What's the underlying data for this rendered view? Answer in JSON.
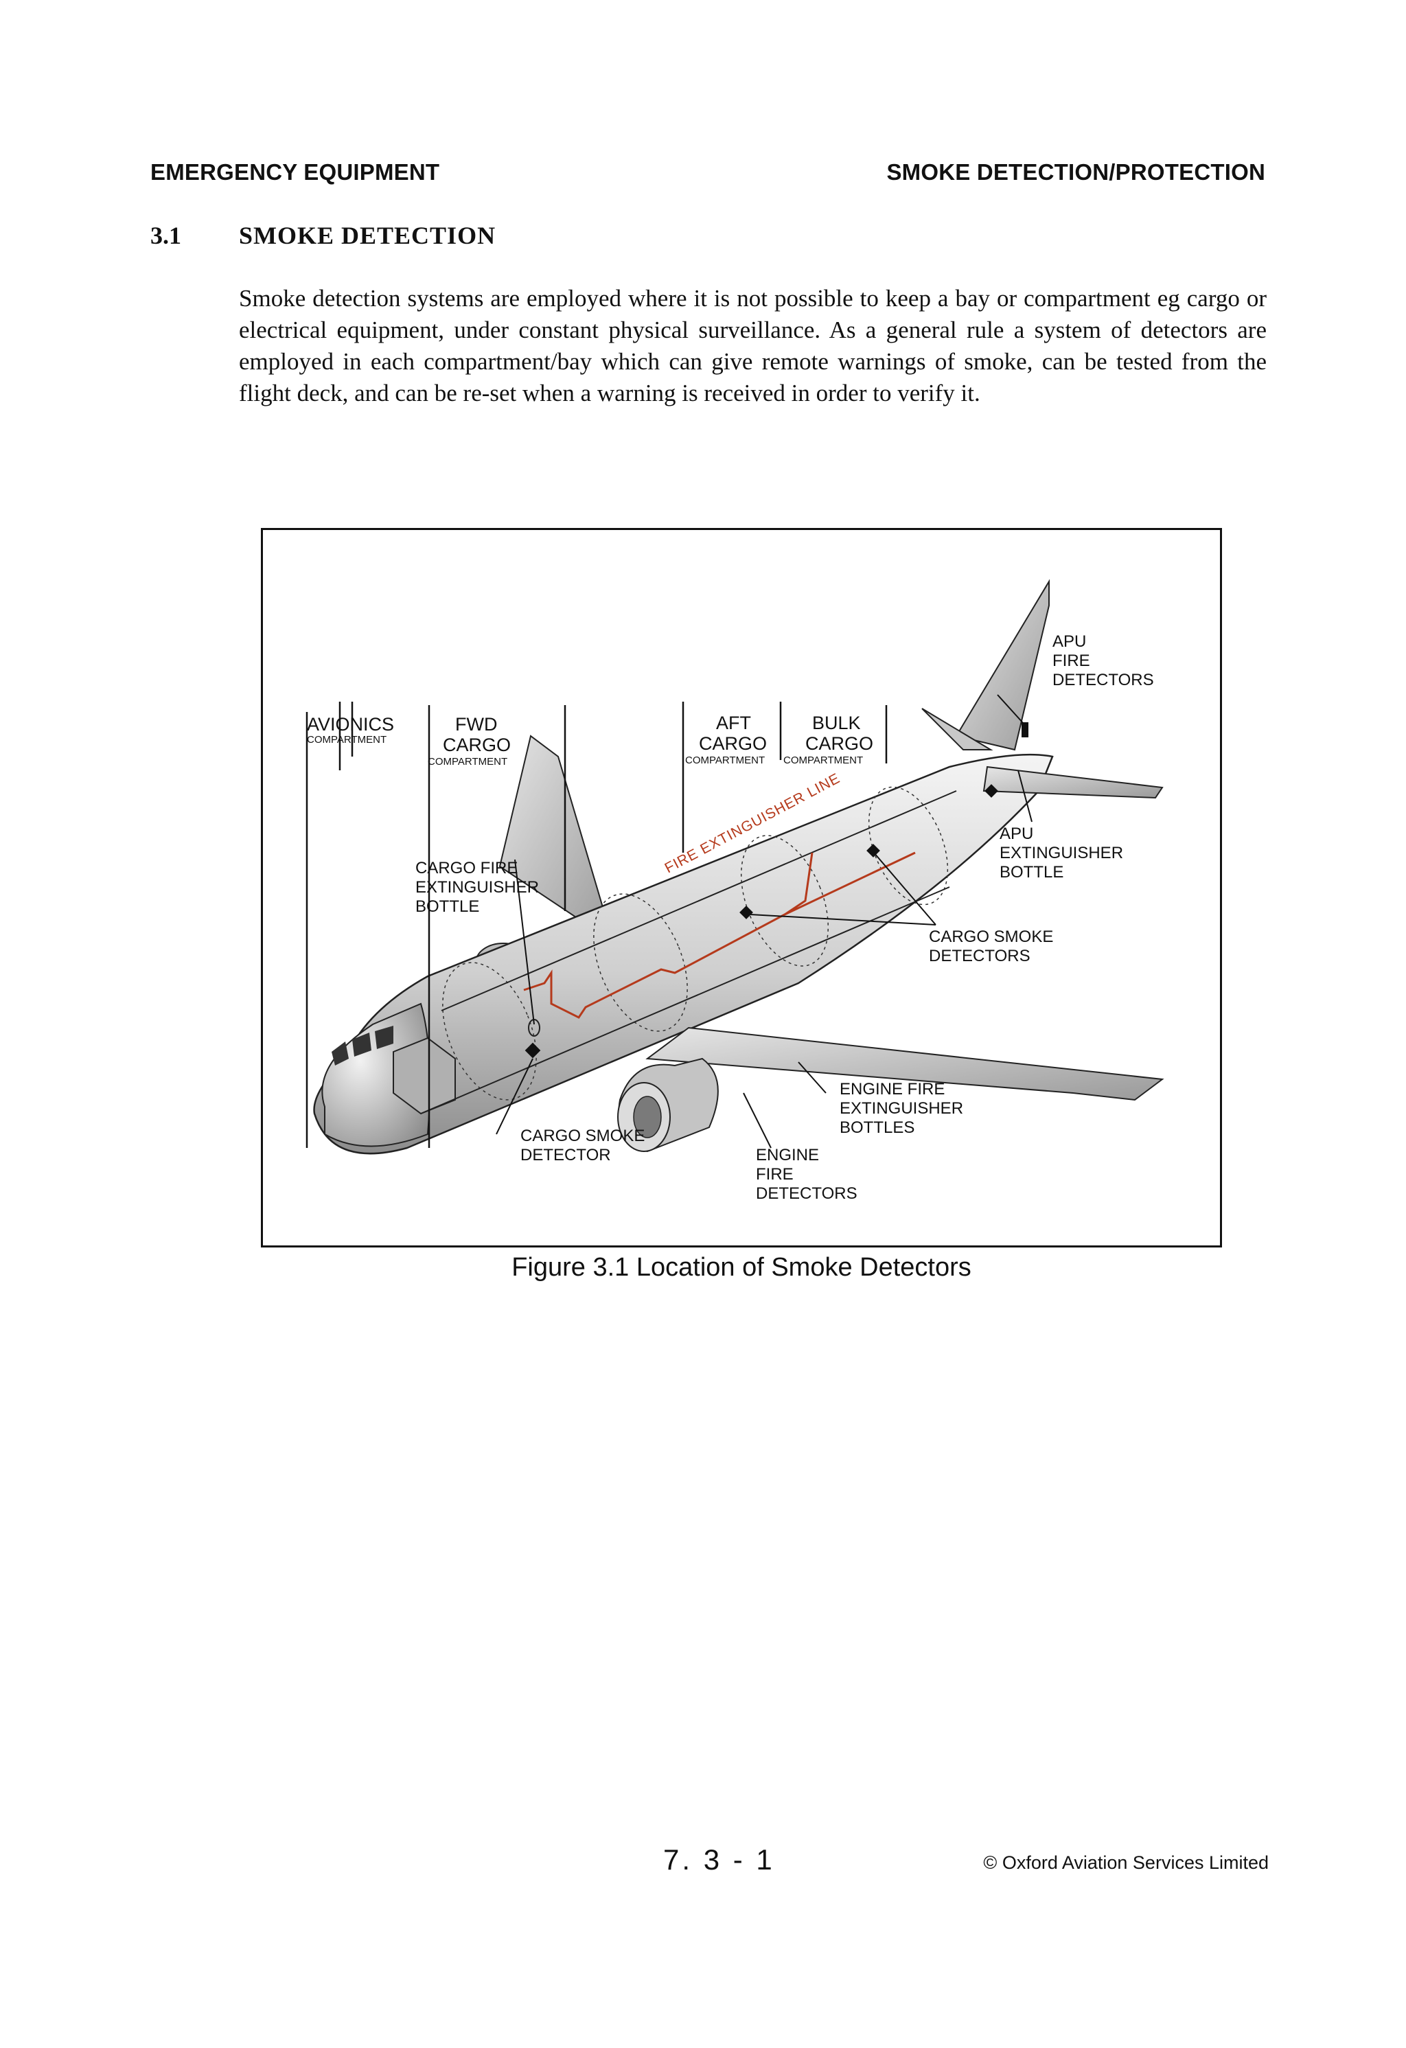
{
  "header": {
    "left": "EMERGENCY EQUIPMENT",
    "right": "SMOKE DETECTION/PROTECTION"
  },
  "section": {
    "number": "3.1",
    "title": "SMOKE DETECTION",
    "paragraph": "Smoke detection systems are employed where it is not possible to keep a bay or compartment eg cargo or electrical equipment, under constant physical surveillance. As a general rule a system of detectors are employed in each compartment/bay which can give remote warnings of smoke, can be tested from the flight deck, and can be re-set when a warning is received in order to verify it."
  },
  "figure": {
    "labels": {
      "avionics": "AVIONICS",
      "avionics_sub": "COMPARTMENT",
      "fwd": "FWD",
      "fwd_cargo": "CARGO",
      "fwd_sub": "COMPARTMENT",
      "aft": "AFT",
      "aft_cargo": "CARGO",
      "aft_sub": "COMPARTMENT",
      "bulk": "BULK",
      "bulk_cargo": "CARGO",
      "bulk_sub": "COMPARTMENT",
      "apu_fire_1": "APU",
      "apu_fire_2": "FIRE",
      "apu_fire_3": "DETECTORS",
      "apu_ext_1": "APU",
      "apu_ext_2": "EXTINGUISHER",
      "apu_ext_3": "BOTTLE",
      "cargo_fire_1": "CARGO FIRE",
      "cargo_fire_2": "EXTINGUISHER",
      "cargo_fire_3": "BOTTLE",
      "fire_line": "FIRE EXTINGUISHER LINE",
      "cargo_smoke_pl_1": "CARGO SMOKE",
      "cargo_smoke_pl_2": "DETECTORS",
      "engine_ext_1": "ENGINE FIRE",
      "engine_ext_2": "EXTINGUISHER",
      "engine_ext_3": "BOTTLES",
      "cargo_smoke_1": "CARGO SMOKE",
      "cargo_smoke_2": "DETECTOR",
      "engine_det_1": "ENGINE",
      "engine_det_2": "FIRE",
      "engine_det_3": "DETECTORS"
    },
    "caption": "Figure 3.1  Location of Smoke Detectors"
  },
  "footer": {
    "page_number": "7. 3 - 1",
    "copyright": "© Oxford Aviation Services Limited"
  }
}
